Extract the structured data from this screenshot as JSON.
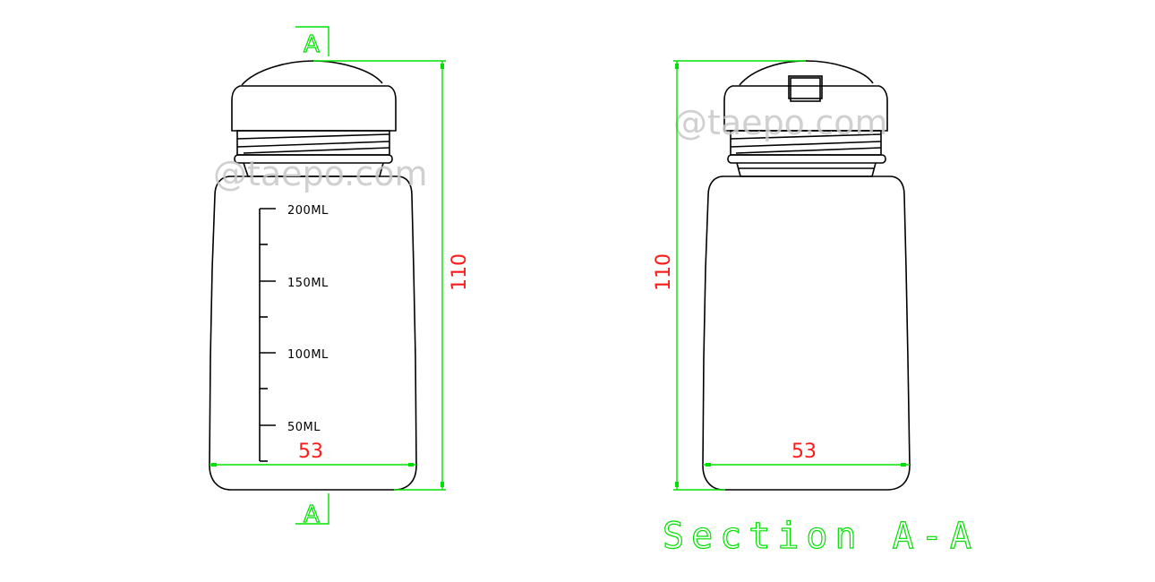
{
  "drawing": {
    "type": "technical bottle drawing",
    "colors": {
      "outline": "#000000",
      "dimension_lines": "#00e000",
      "dimension_text": "#ff1a1a",
      "watermark": "#c8c8c8"
    },
    "front_view": {
      "section_marker_top": "A",
      "section_marker_bottom": "A",
      "watermark": "@taepo.com",
      "scale_marks": [
        {
          "label": "200ML"
        },
        {
          "label": ""
        },
        {
          "label": "150ML"
        },
        {
          "label": ""
        },
        {
          "label": "100ML"
        },
        {
          "label": ""
        },
        {
          "label": "50ML"
        },
        {
          "label": ""
        }
      ],
      "dimensions": {
        "width": "53",
        "height": "110"
      }
    },
    "section_view": {
      "title": "Section A-A",
      "watermark": "@taepo.com",
      "dimensions": {
        "width": "53",
        "height": "110"
      }
    }
  }
}
